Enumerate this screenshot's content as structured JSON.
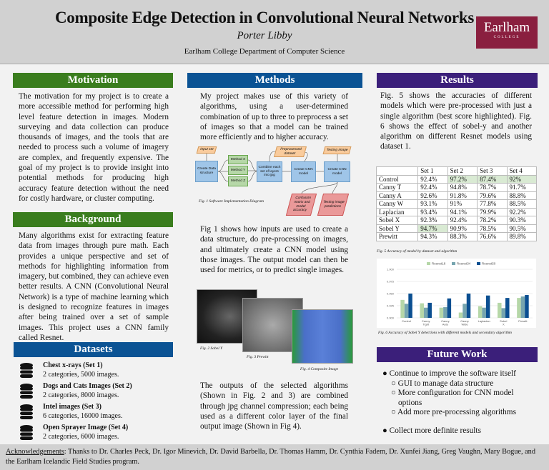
{
  "header": {
    "title": "Composite Edge Detection in Convolutional Neural Networks",
    "author": "Porter Libby",
    "department": "Earlham College Department of Computer Science",
    "logo": {
      "name": "Earlham",
      "sub": "COLLEGE",
      "color": "#8a1f3f"
    }
  },
  "motivation": {
    "heading": "Motivation",
    "text": "The motivation for my project is to create a more accessible method for performing high level feature detection in images. Modern surveying and data collection can produce thousands of images, and the tools that are needed to process such a volume of imagery are complex, and frequently expensive. The goal of my project is to provide insight into potential methods for producing high accuracy feature detection without the need for costly hardware, or cluster computing."
  },
  "background": {
    "heading": "Background",
    "text": "Many algorithms exist for extracting feature data from images through pure math. Each provides a unique perspective and set of methods for highlighting information from imagery, but combined, they can achieve even better results. A CNN (Convolutional Neural Network) is a type of machine learning which is designed to recognize features in images after being trained over a set of sample images. This project uses a CNN family called Resnet."
  },
  "datasets": {
    "heading": "Datasets",
    "icon": "database-icon",
    "items": [
      {
        "title": "Chest x-rays (Set 1)",
        "desc": "2 categories, 5000 images."
      },
      {
        "title": "Dogs and Cats Images (Set 2)",
        "desc": "2 categories, 8000 images."
      },
      {
        "title": "Intel images (Set 3)",
        "desc": "6 categories, 16000 images."
      },
      {
        "title": "Open Sprayer Image (Set 4)",
        "desc": "2 categories, 6000 images."
      }
    ]
  },
  "methods": {
    "heading": "Methods",
    "intro": "My project makes use of this variety of algorithms, using a user-determined combination of up to three to preprocess a set of images so that a model can be trained more efficiently and to higher accuracy.",
    "diagram": {
      "input_set": "Input set",
      "create_data": "Create Data structure",
      "method_x": "Method X",
      "method_y": "Method Y",
      "method_z": "Method Z",
      "combine": "Combine each set of layers into jpg",
      "preprocessed": "Preprocessed dataset",
      "cnn1": "Create CNN model",
      "testing_image": "Testing image",
      "cnn2": "Create CNN model",
      "confusion": "Confusion matrix and model accuracy",
      "predictions": "Testing image predictions",
      "caption": "Fig. 1 Software Implementation Diagram"
    },
    "middle": "Fig 1 shows how inputs are used to create a data structure, do pre-processing on images, and ultimately create a CNN model using those images. The output model can then be used for metrics, or to predict single images.",
    "fig2": "Fig. 2 Sobel Y",
    "fig3": "Fig. 3 Prewitt",
    "fig4": "Fig. 4 Composite Image",
    "outro": "The outputs of the selected algorithms (Shown in Fig. 2 and 3) are combined through jpg channel compression; each being used as a different color layer of the final output image (Shown in Fig 4)."
  },
  "results": {
    "heading": "Results",
    "text": "Fig. 5 shows the accuracies of different models which were pre-processed with just a single algorithm (best score highlighted). Fig. 6 shows the effect of sobel-y and another algorithm on different Resnet models using dataset 1.",
    "table": {
      "columns": [
        "",
        "Set 1",
        "Set 2",
        "Set 3",
        "Set 4"
      ],
      "rows": [
        [
          "Control",
          "92.4%",
          "97.2%",
          "87.4%",
          "92%"
        ],
        [
          "Canny T",
          "92.4%",
          "94.8%",
          "78.7%",
          "91.7%"
        ],
        [
          "Canny A",
          "92.6%",
          "91.8%",
          "79.6%",
          "88.8%"
        ],
        [
          "Canny W",
          "93.1%",
          "91%",
          "77.8%",
          "88.5%"
        ],
        [
          "Laplacian",
          "93.4%",
          "94.1%",
          "79.9%",
          "92.2%"
        ],
        [
          "Sobel X",
          "92.3%",
          "92.4%",
          "78.2%",
          "90.3%"
        ],
        [
          "Sobel Y",
          "94.7%",
          "90.9%",
          "78.5%",
          "90.5%"
        ],
        [
          "Prewitt",
          "94.3%",
          "88.3%",
          "76.6%",
          "89.8%"
        ]
      ],
      "highlight_color": "#d9ead3",
      "caption": "Fig. 5 Accuracy of model by dataset and algorithm"
    },
    "fig6_caption": "Fig. 6 Accuracy of Sobel Y detections with different models and secondary algorithm"
  },
  "chart_data": {
    "type": "bar",
    "categories": [
      "Control",
      "Canny Tight",
      "Canny Auto",
      "Canny Wide",
      "Laplacian",
      "Sobel X",
      "Prewitt"
    ],
    "series": [
      {
        "name": "Resnet18",
        "color": "#b6d7a8",
        "values": [
          0.937,
          0.93,
          0.921,
          0.911,
          0.924,
          0.931,
          0.941
        ]
      },
      {
        "name": "Resnet34",
        "color": "#76a5af",
        "values": [
          0.929,
          0.921,
          0.922,
          0.929,
          0.921,
          0.92,
          0.944
        ]
      },
      {
        "name": "Resnet50",
        "color": "#0b4f91",
        "values": [
          0.95,
          0.931,
          0.94,
          0.95,
          0.946,
          0.941,
          0.947
        ]
      }
    ],
    "ylim": [
      0.9,
      1.0
    ],
    "yticks": [
      "0.900",
      "0.925",
      "0.950",
      "0.975",
      "1.000"
    ],
    "legend": "top",
    "grid": true
  },
  "future": {
    "heading": "Future Work",
    "items": [
      "Continue to improve the software itself",
      "GUI to manage data structure",
      "More configuration for CNN model options",
      "Add more pre-processing algorithms",
      "Collect more definite results"
    ]
  },
  "footer": {
    "label": "Acknowledgements",
    "text": ": Thanks to Dr. Charles Peck, Dr. Igor Minevich, Dr. David Barbella, Dr. Thomas Hamm, Dr. Cynthia Fadem, Dr. Xunfei Jiang, Greg Vaughn, Mary Bogue, and the Earlham Icelandic Field Studies program."
  }
}
